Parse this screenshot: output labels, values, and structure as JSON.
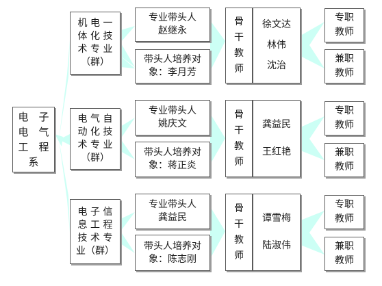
{
  "colors": {
    "connector_fill": "#ccfff5",
    "box_border": "#5a5a5a",
    "box_shadow": "#9c9c9c",
    "text": "#1a1a1a"
  },
  "root": {
    "lines": [
      "电　子",
      "电　气",
      "工　程",
      "系"
    ]
  },
  "groups": [
    {
      "major_lines": [
        "机 电 一",
        "体 化 技",
        "术 专 业",
        "（群）"
      ],
      "leader_lines": [
        "专业带头人",
        "赵继永"
      ],
      "trainee_lines": [
        "带头人培养对",
        "象：李月芳"
      ],
      "backbone_label_lines": [
        "骨",
        "干",
        "教",
        "师"
      ],
      "backbone_names": [
        "徐文达",
        "林伟",
        "沈治"
      ],
      "fulltime_lines": [
        "专职",
        "教师"
      ],
      "parttime_lines": [
        "兼职",
        "教师"
      ]
    },
    {
      "major_lines": [
        "电 气 自",
        "动 化 技",
        "术 专 业",
        "（群）"
      ],
      "leader_lines": [
        "专业带头人",
        "姚庆文"
      ],
      "trainee_lines": [
        "带头人培养对",
        "象：蒋正炎"
      ],
      "backbone_label_lines": [
        "骨",
        "干",
        "教",
        "师"
      ],
      "backbone_names": [
        "龚益民",
        "王红艳"
      ],
      "fulltime_lines": [
        "专职",
        "教师"
      ],
      "parttime_lines": [
        "兼职",
        "教师"
      ]
    },
    {
      "major_lines": [
        "电 子 信",
        "息 工 程",
        "技 术 专",
        "业（群）"
      ],
      "leader_lines": [
        "专业带头人",
        "龚益民"
      ],
      "trainee_lines": [
        "带头人培养对",
        "象：陈志刚"
      ],
      "backbone_label_lines": [
        "骨",
        "干",
        "教",
        "师"
      ],
      "backbone_names": [
        "谭雪梅",
        "陆淑伟"
      ],
      "fulltime_lines": [
        "专职",
        "教师"
      ],
      "parttime_lines": [
        "兼职",
        "教师"
      ]
    }
  ]
}
